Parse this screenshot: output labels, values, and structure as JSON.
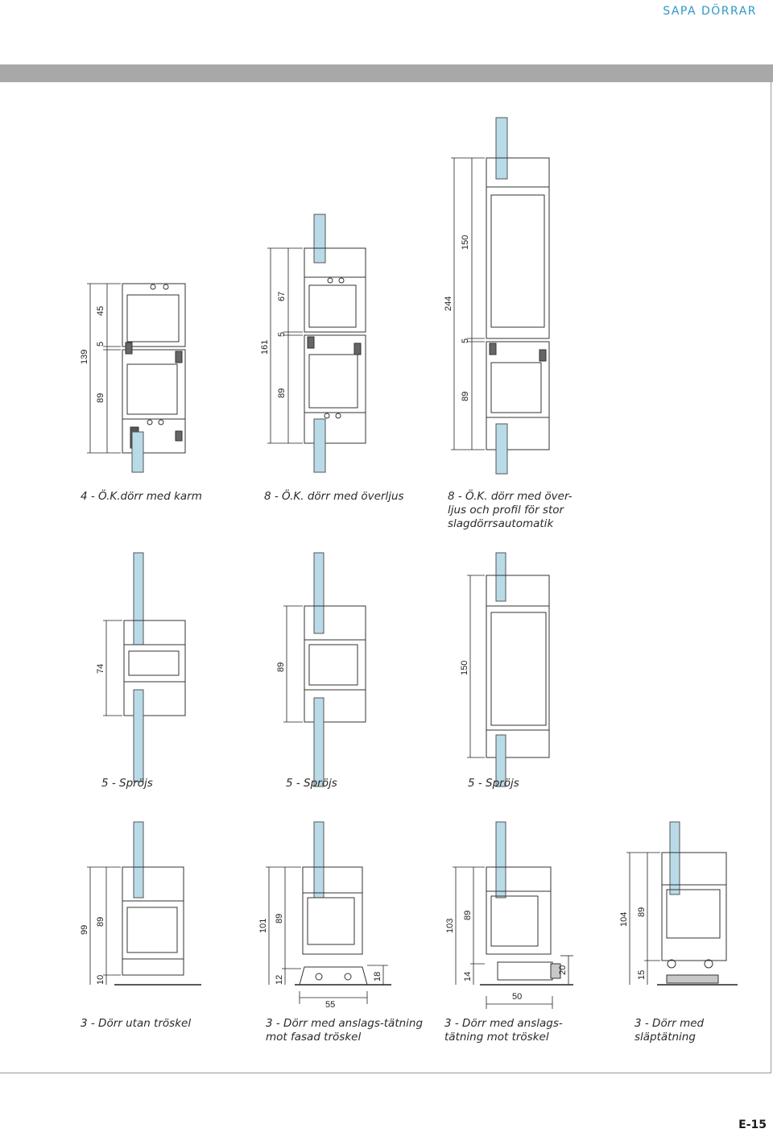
{
  "header": {
    "brand": "SAPA DÖRRAR"
  },
  "footer": {
    "page_number": "E-15"
  },
  "row1": {
    "captions": [
      "4 - Ö.K.dörr med karm",
      "8 - Ö.K. dörr med överljus",
      "8 - Ö.K. dörr med över-\nljus och profil för stor\nslagdörrsautomatik"
    ],
    "dims": {
      "d1": [
        "139",
        "89",
        "5",
        "45"
      ],
      "d2": [
        "161",
        "89",
        "5",
        "67"
      ],
      "d3": [
        "244",
        "89",
        "5",
        "150"
      ]
    }
  },
  "row2": {
    "captions": [
      "5 - Spröjs",
      "5 - Spröjs",
      "5 - Spröjs"
    ],
    "dims": {
      "d1": "74",
      "d2": "89",
      "d3": "150"
    }
  },
  "row3": {
    "captions": [
      "3 - Dörr utan tröskel",
      "3 - Dörr med anslags-tätning\nmot fasad  tröskel",
      "3 - Dörr med anslags-\ntätning mot tröskel",
      "3 - Dörr med\nsläptätning"
    ],
    "dims": {
      "d1": [
        "99",
        "89",
        "10"
      ],
      "d2": [
        "101",
        "89",
        "12",
        "18",
        "55"
      ],
      "d3": [
        "103",
        "89",
        "14",
        "20",
        "50"
      ],
      "d4": [
        "104",
        "89",
        "15"
      ]
    }
  },
  "colors": {
    "brand": "#2f98c7",
    "glass": "#b9dbe8",
    "profile": "#333333",
    "bar": "#a8a8a8"
  }
}
